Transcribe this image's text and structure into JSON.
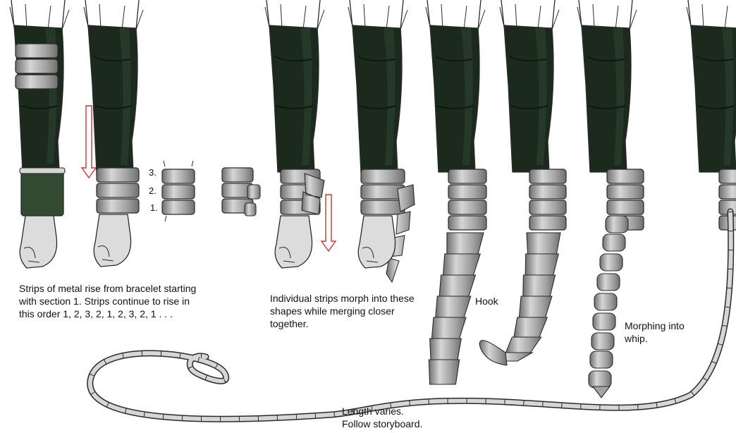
{
  "colors": {
    "sleeve": "#1b2a1d",
    "sleeve_shade": "#0f1711",
    "sleeve_light": "#2f4431",
    "metal": "#a4a4a4",
    "metal_light": "#d6d6d6",
    "metal_dark": "#6f6f6f",
    "outline": "#2a2a2a",
    "bracelet_green": "#334a33",
    "skin": "#dcdcdc",
    "arrow": "#c83a32"
  },
  "icons": [
    "downward-arrow-icon",
    "downward-arrow-icon"
  ],
  "step_numbers": [
    "3.",
    "2.",
    "1."
  ],
  "captions": {
    "bracelet_rise": "Strips of metal rise from bracelet starting\nwith section 1.  Strips continue to rise in\nthis order 1, 2, 3, 2, 1, 2, 3, 2, 1 . . .",
    "morph": "Individual strips morph into these\nshapes while merging closer\ntogether.",
    "hook": "Hook",
    "whip_morph": "Morphing into\nwhip.",
    "length": "Length varies.\nFollow storyboard."
  }
}
